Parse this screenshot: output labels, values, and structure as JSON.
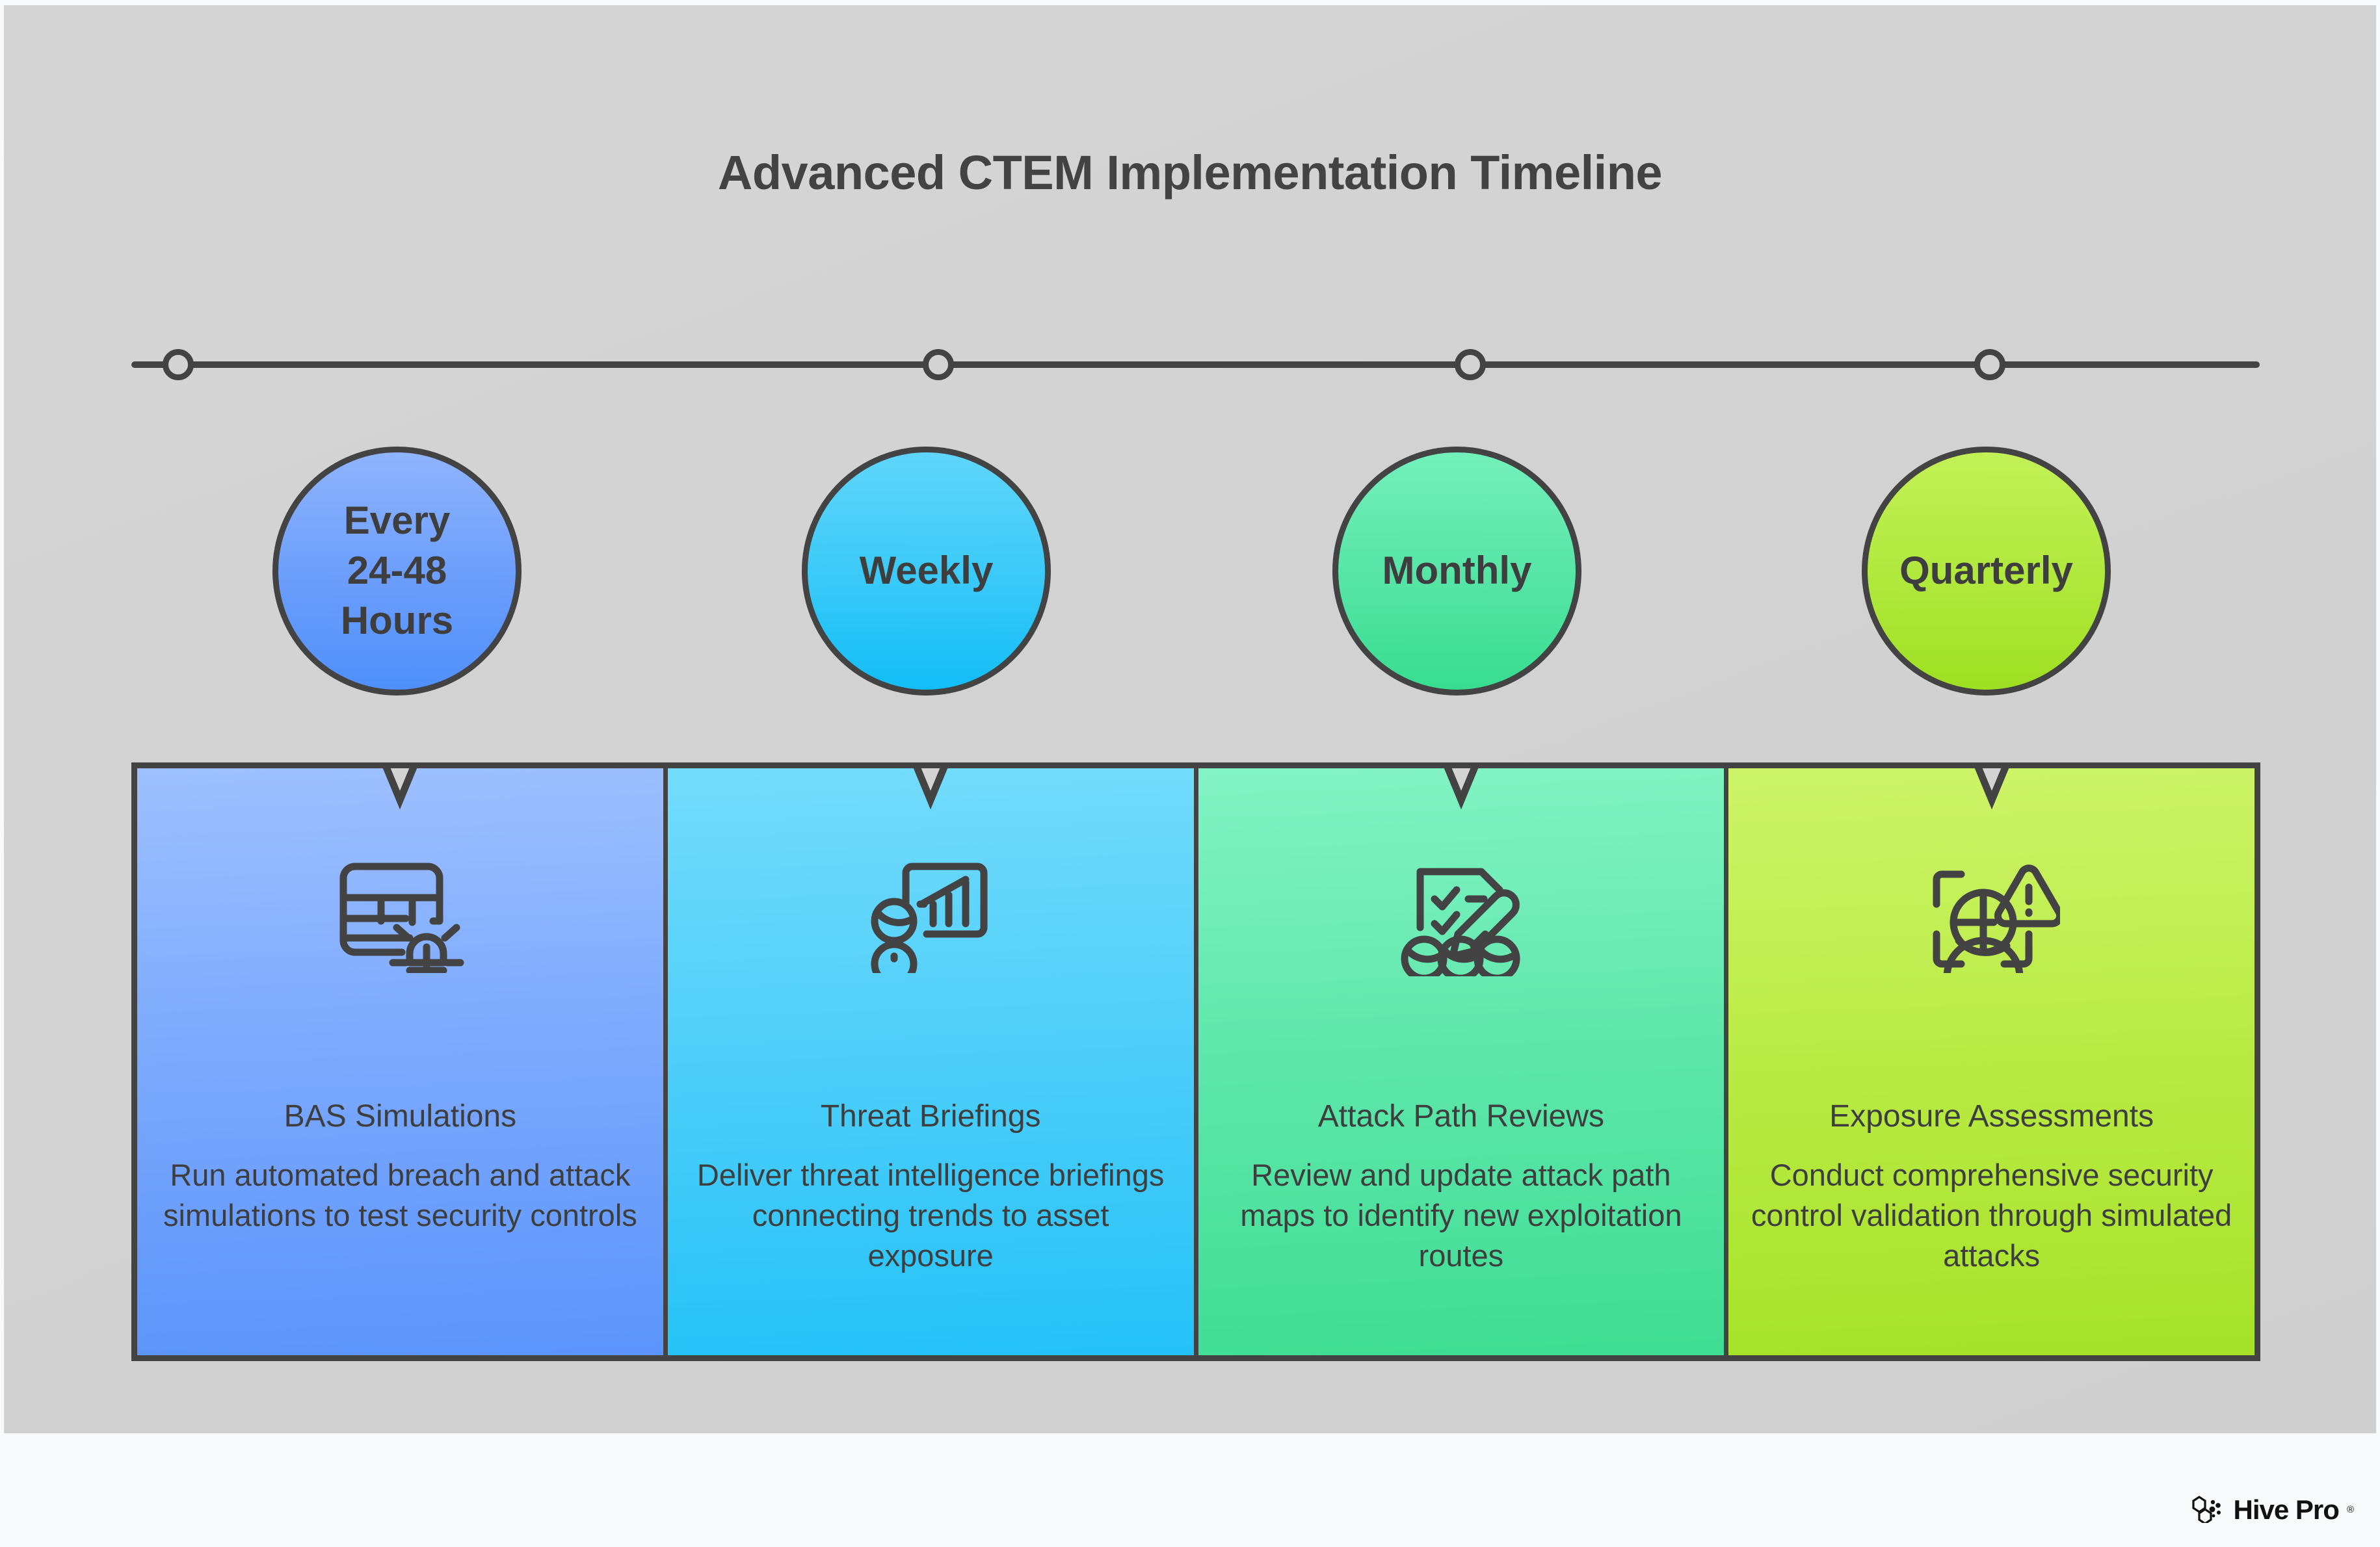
{
  "page": {
    "title": "Advanced CTEM Implementation Timeline",
    "background_color": "#d3d3d3",
    "outer_background_color": "#f8fafc",
    "line_color": "#434343"
  },
  "timeline": {
    "markers": [
      {
        "name": "marker-1",
        "x_pct": 8.0
      },
      {
        "name": "marker-2",
        "x_pct": 29.4
      },
      {
        "name": "marker-3",
        "x_pct": 50.9
      },
      {
        "name": "marker-4",
        "x_pct": 72.3
      }
    ]
  },
  "milestones": [
    {
      "cadence": "Every\n24-48\nHours",
      "cadence_lines": [
        "Every",
        "24-48",
        "Hours"
      ],
      "circle_color": "#6a9dfb",
      "card_color": "#7ba9fd",
      "icon": "table-bug-icon",
      "title": "BAS Simulations",
      "description": "Run automated breach and attack simulations to test security controls"
    },
    {
      "cadence": "Weekly",
      "cadence_lines": [
        "Weekly"
      ],
      "circle_color": "#39c9f8",
      "card_color": "#4ecef9",
      "icon": "presentation-chart-person-icon",
      "title": "Threat Briefings",
      "description": "Deliver threat intelligence briefings connecting trends to asset exposure"
    },
    {
      "cadence": "Monthly",
      "cadence_lines": [
        "Monthly"
      ],
      "circle_color": "#55e4a5",
      "card_color": "#5ee7ab",
      "icon": "checklist-pencil-people-icon",
      "title": "Attack Path Reviews",
      "description": "Review and update attack path maps to identify new exploitation routes"
    },
    {
      "cadence": "Quarterly",
      "cadence_lines": [
        "Quarterly"
      ],
      "circle_color": "#b0e83c",
      "card_color": "#baeb45",
      "icon": "scan-person-alert-icon",
      "title": "Exposure Assessments",
      "description": "Conduct comprehensive security control validation through simulated attacks"
    }
  ],
  "footer": {
    "logo_name": "Hive Pro",
    "logo_mark": "hive-hexagon-logo-icon",
    "registered_mark": "®"
  }
}
